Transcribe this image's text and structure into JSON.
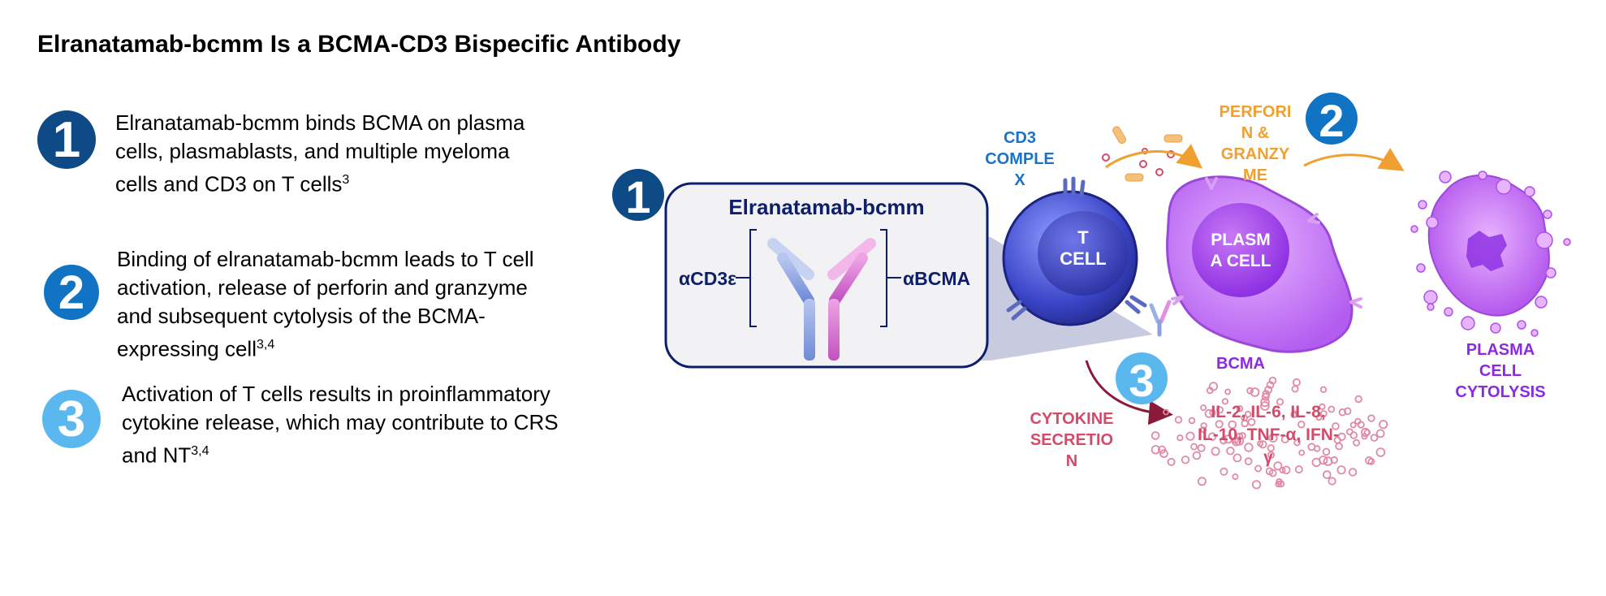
{
  "title": "Elranatamab-bcmm Is a BCMA-CD3 Bispecific Antibody",
  "bullets": [
    {
      "number": "1",
      "color": "#0d4a86",
      "text": "Elranatamab-bcmm binds BCMA on plasma cells, plasmablasts, and multiple myeloma cells and CD3 on T cells",
      "sup": "3"
    },
    {
      "number": "2",
      "color": "#1173c3",
      "text": "Binding of elranatamab-bcmm leads to T cell activation, release of perforin and granzyme and subsequent cytolysis of the BCMA-expressing cell",
      "sup": "3,4"
    },
    {
      "number": "3",
      "color": "#5ab8ef",
      "text": "Activation of T cells results in proinflammatory cytokine release, which may contribute to CRS and NT",
      "sup": "3,4"
    }
  ],
  "diagram": {
    "step1": "1",
    "step2": "2",
    "step3": "3",
    "antibody_name": "Elranatamab-bcmm",
    "left_arm": "αCD3ε",
    "right_arm": "αBCMA",
    "cd3_complex": [
      "CD3",
      "COMPLE",
      "X"
    ],
    "t_cell": [
      "T",
      "CELL"
    ],
    "perforin": [
      "PERFORI",
      "N &",
      "GRANZY",
      "ME"
    ],
    "plasma_cell": [
      "PLASM",
      "A CELL"
    ],
    "bcma": "BCMA",
    "cytolysis": [
      "PLASMA",
      "CELL",
      "CYTOLYSIS"
    ],
    "cytokine_secretion": [
      "CYTOKINE",
      "SECRETIO",
      "N"
    ],
    "cytokines": [
      "IL-2, IL-6, IL-8,",
      "IL-10, TNF-α, IFN-",
      "γ"
    ],
    "colors": {
      "navy": "#0d1f6b",
      "blue_step": "#1173c3",
      "light_step": "#5ab8ef",
      "cd3_text": "#1a73c8",
      "orange": "#f0a030",
      "purple": "#8a2be2",
      "cytokine_red": "#d44a6a"
    }
  }
}
